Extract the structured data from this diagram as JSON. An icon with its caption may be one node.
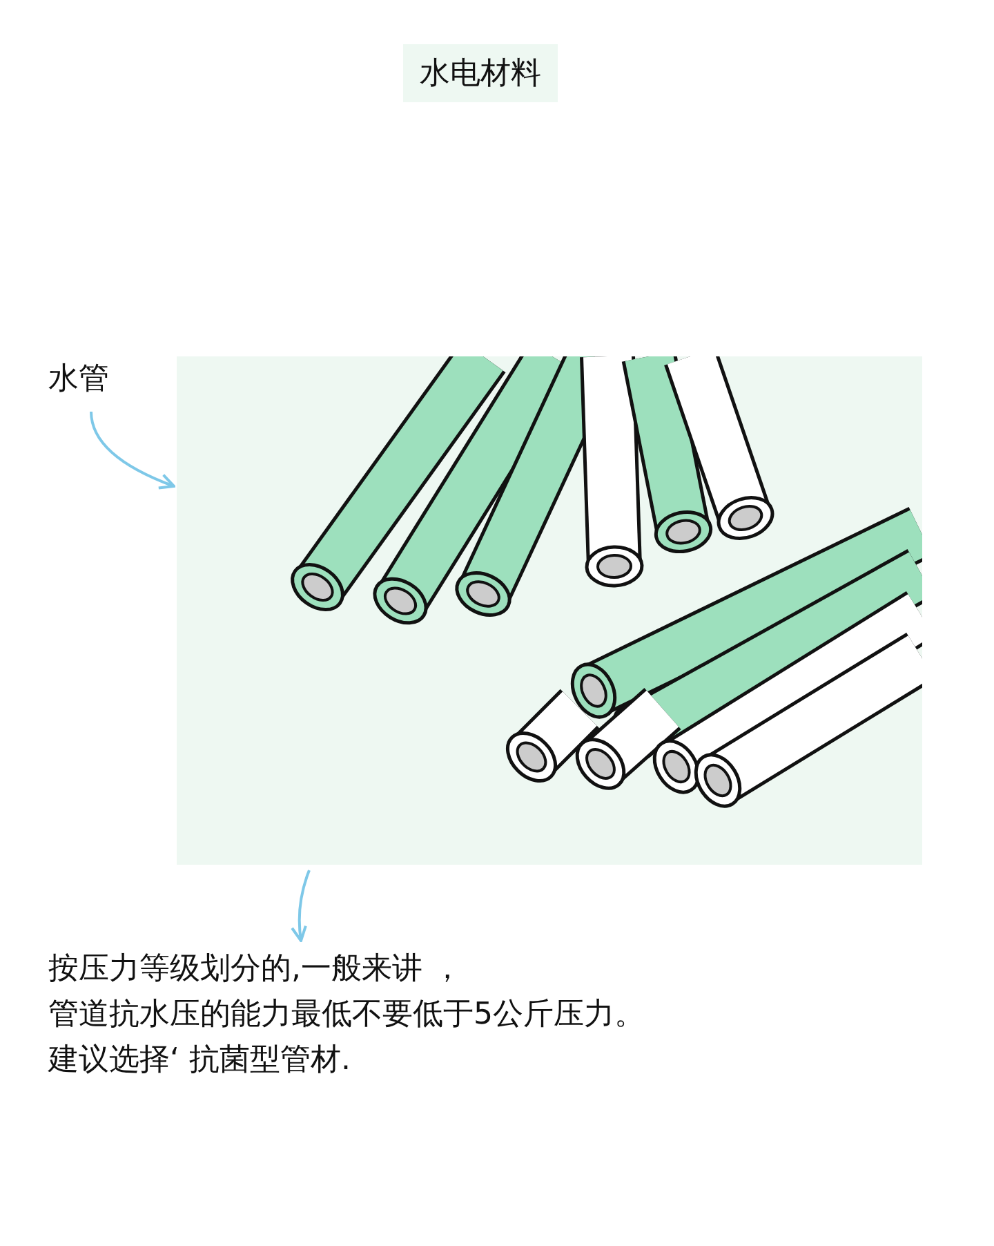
{
  "diagram": {
    "title": "水电材料",
    "nodes": [
      {
        "text": [
          "水管"
        ]
      },
      {
        "text": [],
        "shape": "picture"
      },
      {
        "text": [
          "按压力等级划分的,一般来讲 ，",
          "管道抗水压的能力最低不要低于5公斤压力。",
          "建议选择‘ 抗菌型管材."
        ]
      }
    ],
    "edges": [
      {
        "from": 0,
        "to": 1,
        "arrow": "to"
      },
      {
        "from": 1,
        "to": 2,
        "arrow": "to"
      }
    ]
  }
}
